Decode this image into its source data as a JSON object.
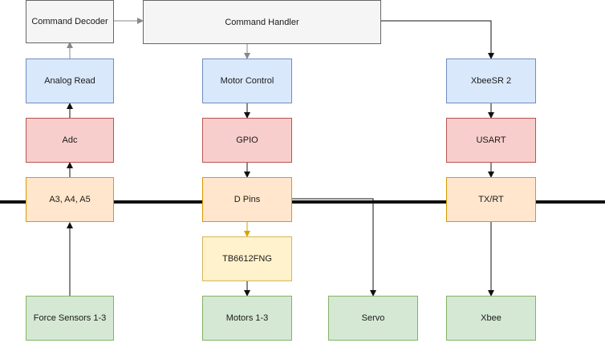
{
  "boxes": {
    "command_decoder": "Command Decoder",
    "command_handler": "Command Handler",
    "analog_read": "Analog Read",
    "motor_control": "Motor Control",
    "xbee_sr2": "XbeeSR 2",
    "adc": "Adc",
    "gpio": "GPIO",
    "usart": "USART",
    "analog_pins": "A3, A4, A5",
    "d_pins": "D Pins",
    "tx_rt": "TX/RT",
    "tb6612fng": "TB6612FNG",
    "force_sensors": "Force Sensors 1-3",
    "motors": "Motors 1-3",
    "servo": "Servo",
    "xbee": "Xbee"
  },
  "colors": {
    "gray": "#f5f5f5",
    "blue": "#dae8fc",
    "red": "#f8cecc",
    "orange": "#ffe6cc",
    "yellow": "#fff2cc",
    "green": "#d5e8d4",
    "arrow_yellow": "#d6a500",
    "arrow_gray": "#888888",
    "arrow_black": "#111111"
  }
}
